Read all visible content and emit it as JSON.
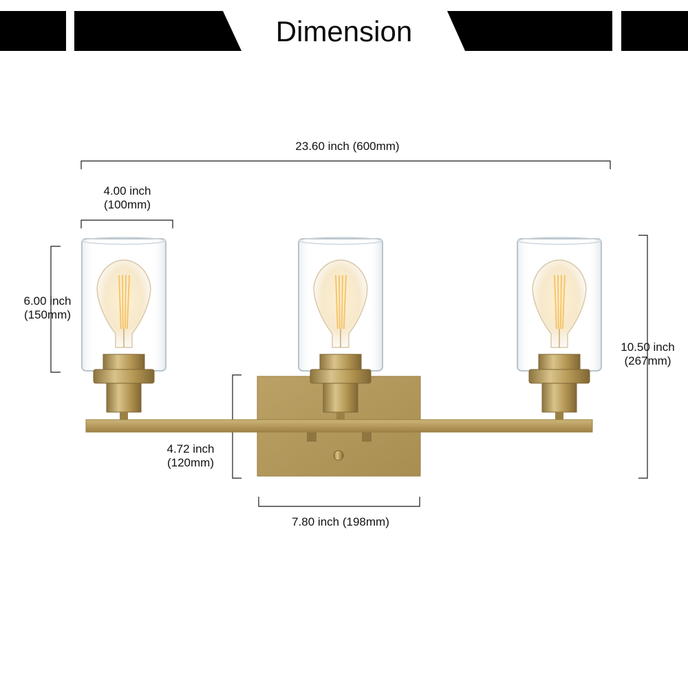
{
  "header": {
    "title": "Dimension"
  },
  "dimensions": {
    "overall_width": "23.60 inch (600mm)",
    "shade_width": {
      "inch": "4.00 inch",
      "mm": "(100mm)"
    },
    "shade_height": {
      "inch": "6.00 inch",
      "mm": "(150mm)"
    },
    "overall_height": {
      "inch": "10.50 inch",
      "mm": "(267mm)"
    },
    "backplate_height": {
      "inch": "4.72 inch",
      "mm": "(120mm)"
    },
    "backplate_width": "7.80 inch (198mm)"
  },
  "colors": {
    "banner": "#000000",
    "brass": "#b79b5d",
    "brass_dark": "#8d743e",
    "glass_edge": "#b9c4cc",
    "bulb_glow": "#f2d9a8"
  }
}
